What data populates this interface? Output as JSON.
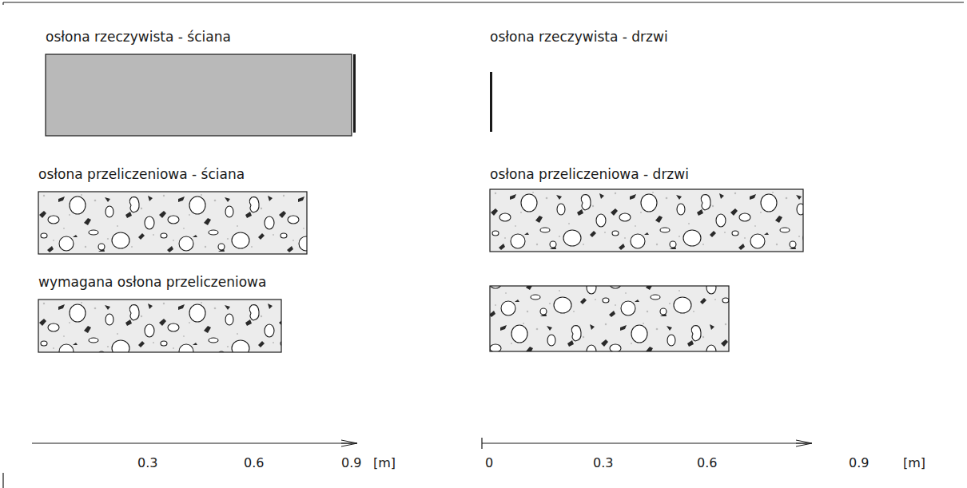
{
  "diagram": {
    "nodes": [
      {
        "text": [
          "osłona rzeczywista - ściana"
        ]
      },
      {
        "text": [
          "osłona rzeczywista - drzwi"
        ]
      },
      {
        "text": [
          "osłona przeliczeniowa - ściana"
        ]
      },
      {
        "text": [
          "osłona przeliczeniowa - drzwi"
        ]
      },
      {
        "text": [
          "wymagana osłona przeliczeniowa"
        ]
      }
    ],
    "labels": [
      "0.3",
      "0.6",
      "0.9",
      "[m]",
      "0",
      "0.3",
      "0.6",
      "0.9",
      "[m]"
    ]
  }
}
